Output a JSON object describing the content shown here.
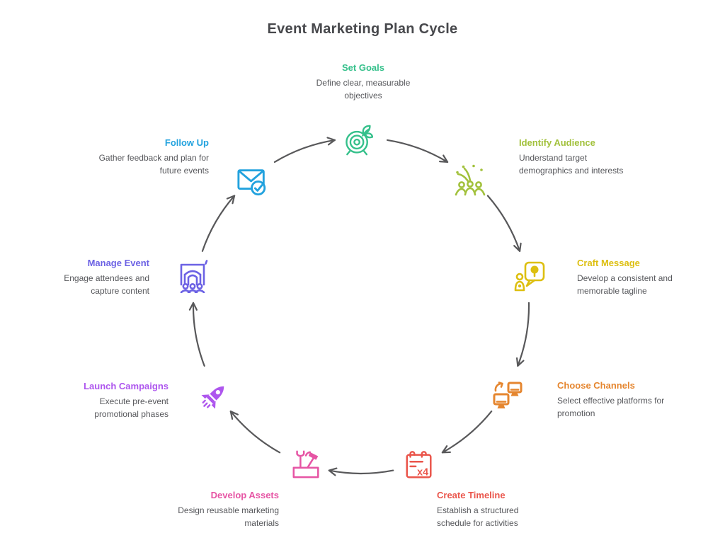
{
  "title": "Event Marketing Plan Cycle",
  "title_color": "#47484c",
  "arrow_color": "#58585a",
  "text_color": "#56575b",
  "stages": [
    {
      "title": "Set Goals",
      "description": "Define clear, measurable\nobjectives",
      "color": "#35c08b",
      "icon": "target-icon"
    },
    {
      "title": "Identify Audience",
      "description": "Understand target\ndemographics and interests",
      "color": "#a2c13c",
      "icon": "audience-icon"
    },
    {
      "title": "Craft Message",
      "description": "Develop a consistent and\nmemorable tagline",
      "color": "#ddbf10",
      "icon": "speech-bubble-idea-icon"
    },
    {
      "title": "Choose Channels",
      "description": "Select effective platforms for\npromotion",
      "color": "#e5862f",
      "icon": "devices-icon"
    },
    {
      "title": "Create Timeline",
      "description": "Establish a structured\nschedule for activities",
      "color": "#ea554b",
      "icon": "calendar-icon",
      "icon_text": "x4"
    },
    {
      "title": "Develop Assets",
      "description": "Design reusable marketing\nmaterials",
      "color": "#e654a4",
      "icon": "toolbox-icon"
    },
    {
      "title": "Launch Campaigns",
      "description": "Execute pre-event\npromotional phases",
      "color": "#ae56ee",
      "icon": "rocket-icon"
    },
    {
      "title": "Manage Event",
      "description": "Engage attendees and\ncapture content",
      "color": "#6c62e4",
      "icon": "stage-audience-icon"
    },
    {
      "title": "Follow Up",
      "description": "Gather feedback and plan for\nfuture events",
      "color": "#22a2de",
      "icon": "mail-check-icon"
    }
  ]
}
